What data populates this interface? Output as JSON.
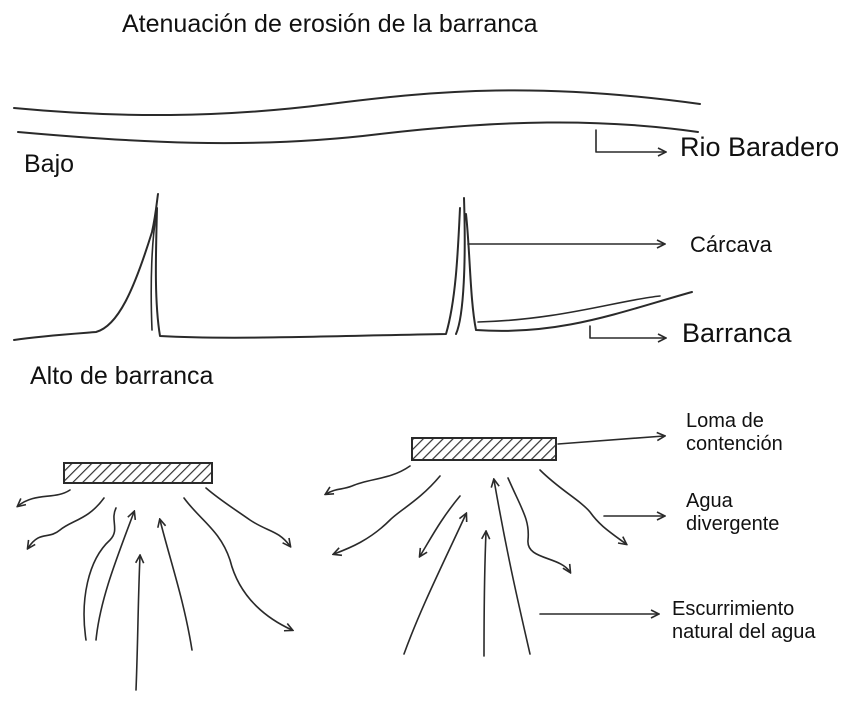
{
  "title": "Atenuación de erosión de la barranca",
  "labels": {
    "bajo": "Bajo",
    "rio_baradero": "Rio Baradero",
    "carcava": "Cárcava",
    "barranca": "Barranca",
    "alto_de_barranca": "Alto de barranca",
    "loma_de_contencion": "Loma de contención",
    "agua_divergente": "Agua divergente",
    "escurrimiento": "Escurrimiento natural del agua"
  }
}
